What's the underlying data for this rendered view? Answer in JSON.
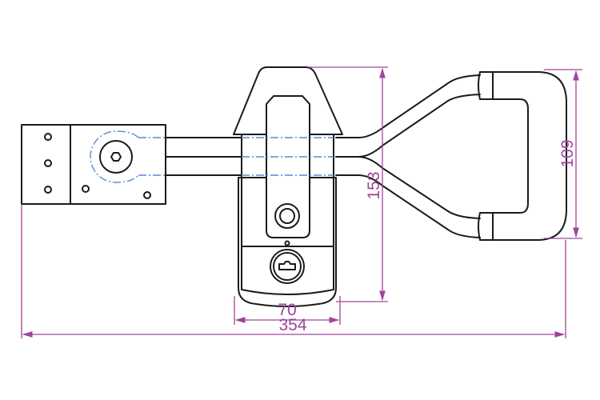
{
  "drawing": {
    "dimensions": {
      "height_total": "153",
      "handle_height": "109",
      "body_width": "70",
      "overall_length": "354"
    },
    "colors": {
      "outline": "#1a1a1a",
      "centerline": "#5b86d6",
      "dimension": "#a0449b"
    }
  }
}
